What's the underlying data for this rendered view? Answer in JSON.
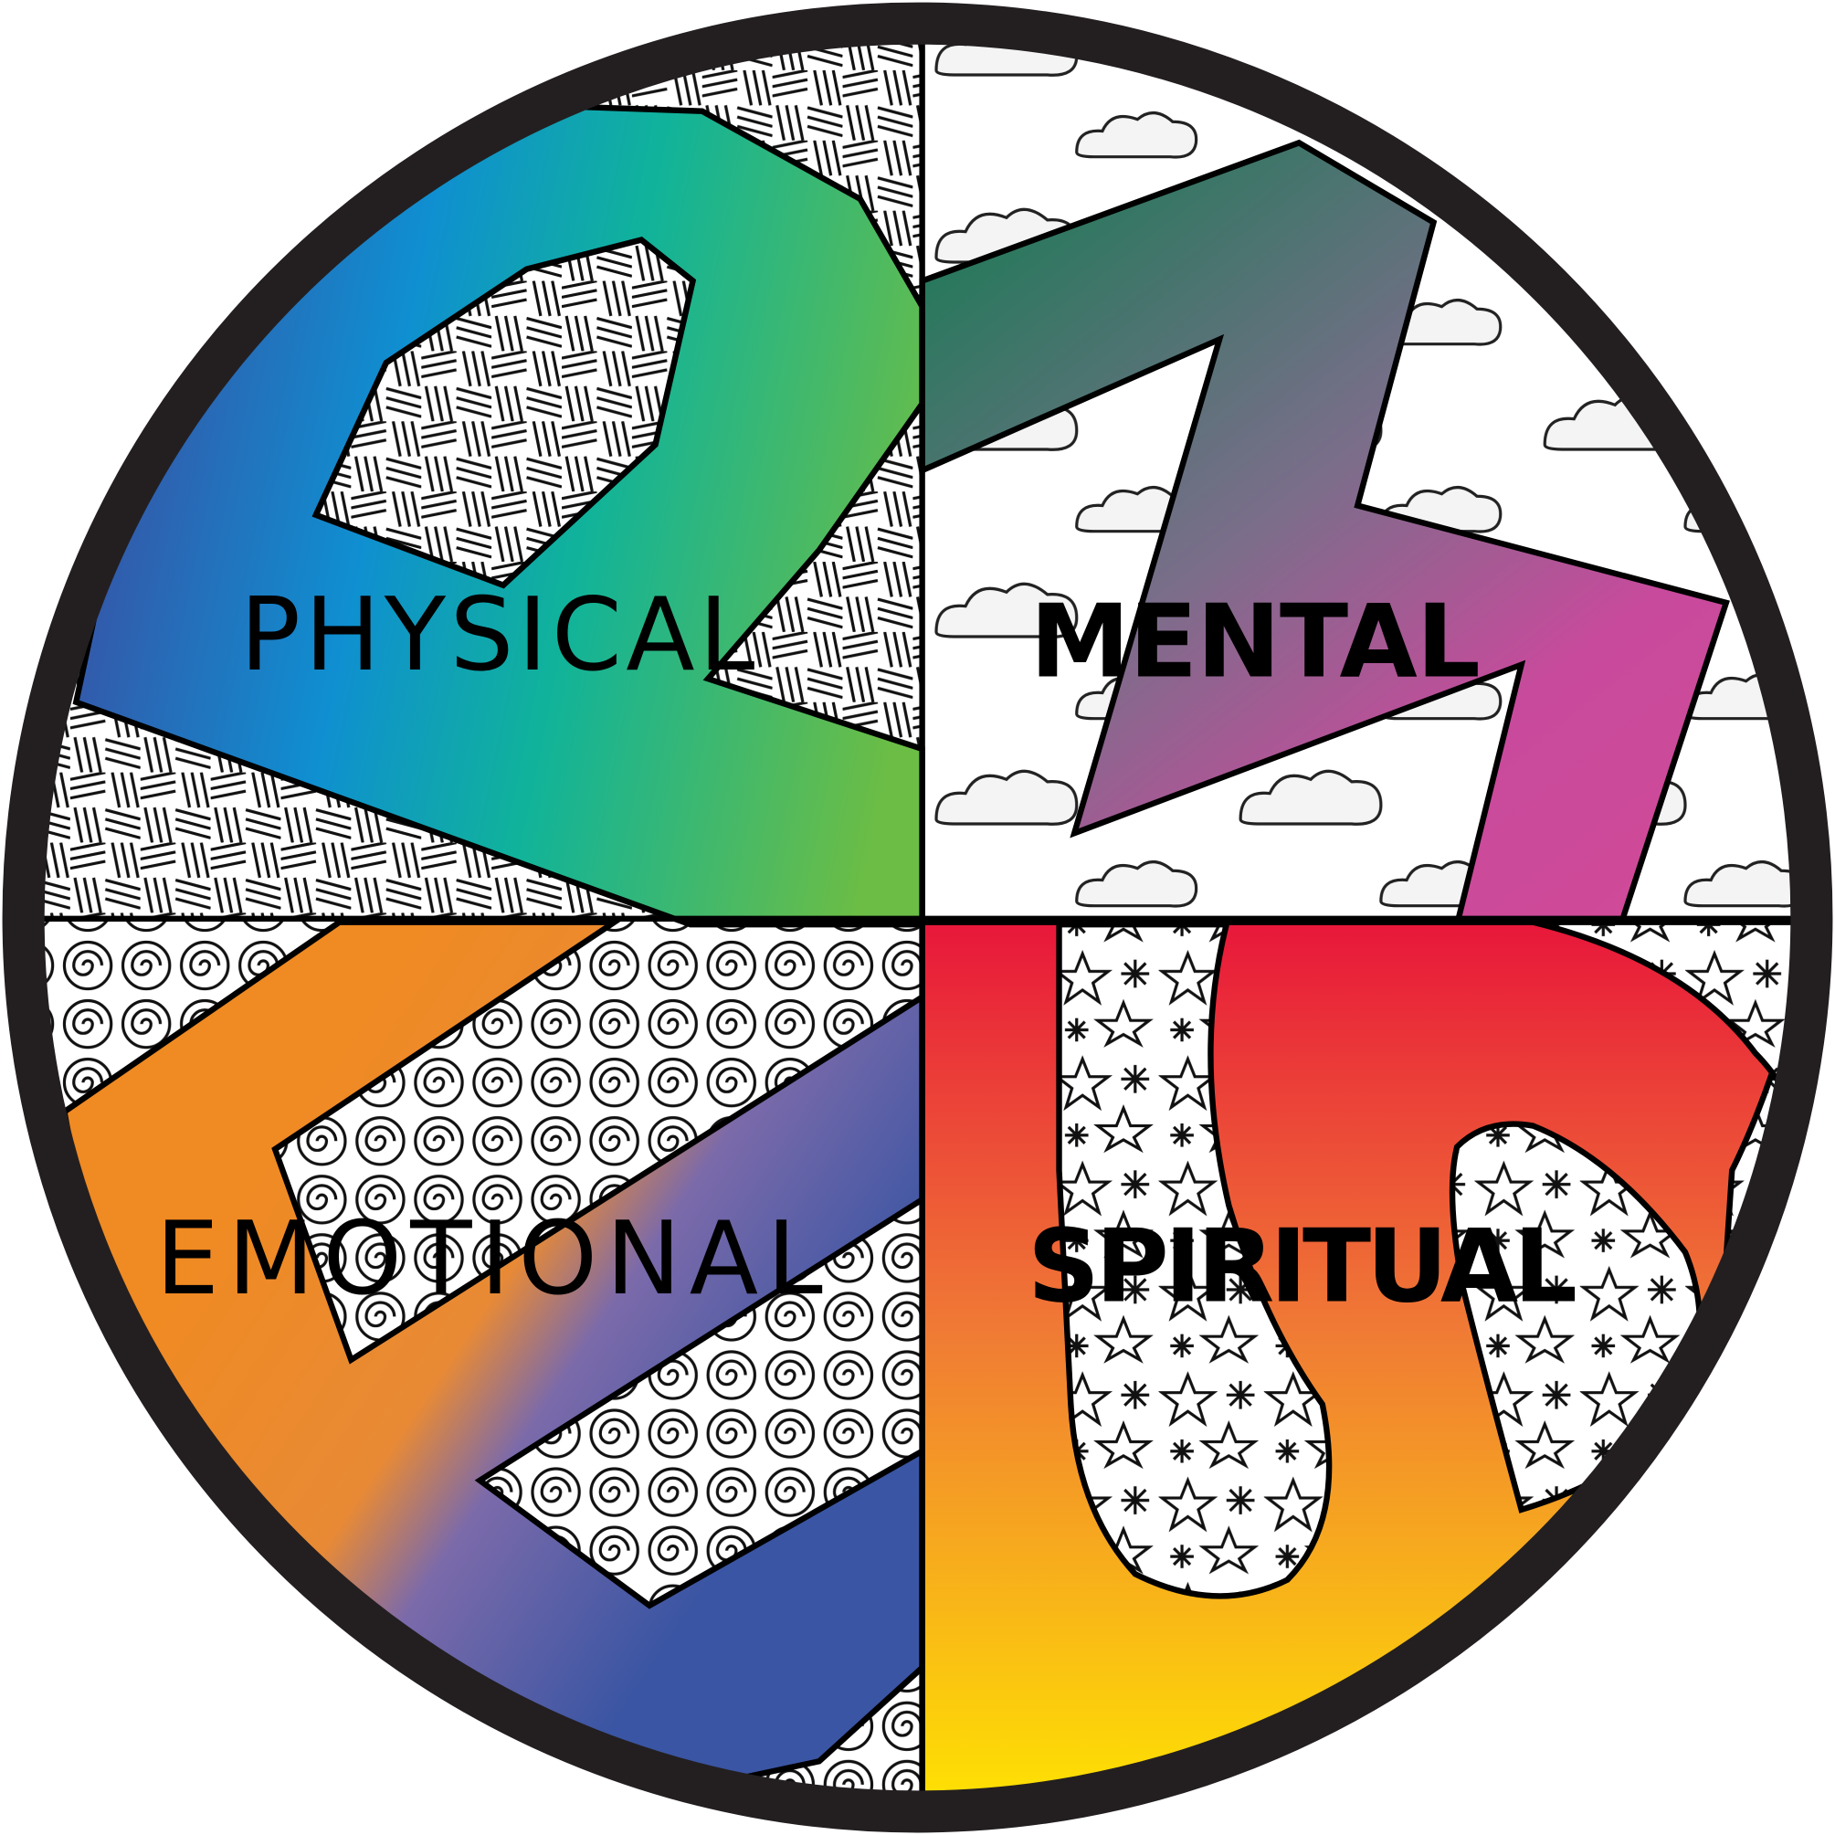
{
  "labels": {
    "physical": "PHYSICAL",
    "mental": "MENTAL",
    "emotional": "EMOTIONAL",
    "spiritual": "SPIRITUAL"
  },
  "colors": {
    "ring": "#231f20",
    "physical_gradient": [
      "#3a4fa3",
      "#0f8fd1",
      "#10b39a",
      "#6bbd45"
    ],
    "mental_gradient": [
      "#1b7a55",
      "#7a6e8a",
      "#c84a9c"
    ],
    "emotional_gradient": [
      "#f08a22",
      "#7b6aaa",
      "#3a55a3"
    ],
    "spiritual_gradient": [
      "#e8173a",
      "#f07a35",
      "#ffe600"
    ]
  }
}
